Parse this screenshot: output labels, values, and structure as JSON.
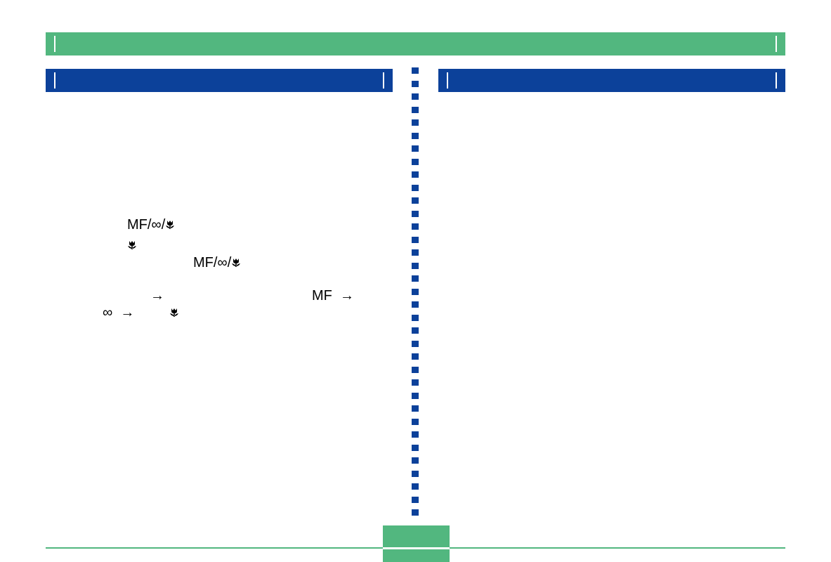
{
  "colors": {
    "green": "#52b77f",
    "blue": "#0c419a",
    "divider": "#0c419a"
  },
  "focus_lines": [
    {
      "id": "l1",
      "parts": [
        {
          "t": "text",
          "v": "MF/∞/"
        },
        {
          "t": "icon",
          "v": "macro-icon"
        }
      ]
    },
    {
      "id": "l2",
      "parts": [
        {
          "t": "icon",
          "v": "macro-icon"
        }
      ]
    },
    {
      "id": "l3",
      "parts": [
        {
          "t": "text",
          "v": "MF/∞/"
        },
        {
          "t": "icon",
          "v": "macro-icon"
        }
      ]
    },
    {
      "id": "l4a",
      "parts": [
        {
          "t": "text",
          "v": "→"
        }
      ]
    },
    {
      "id": "l4b",
      "parts": [
        {
          "t": "text",
          "v": "MF  →"
        }
      ]
    },
    {
      "id": "l5",
      "parts": [
        {
          "t": "text",
          "v": "∞  →         "
        },
        {
          "t": "icon",
          "v": "macro-icon"
        }
      ]
    }
  ]
}
